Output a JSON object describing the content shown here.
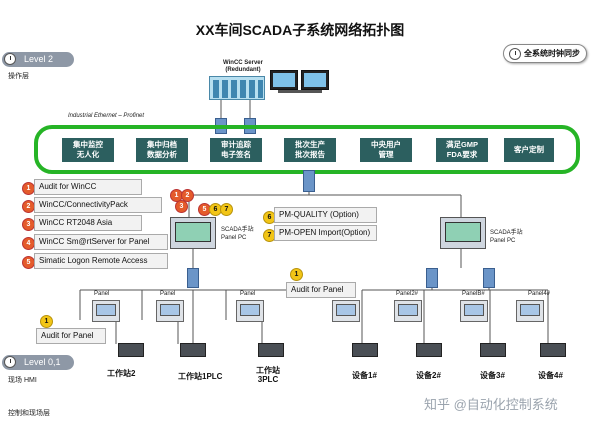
{
  "title": "XX车间SCADA子系统网络拓扑图",
  "level2": {
    "label": "Level 2",
    "sub": "操作层"
  },
  "level01": {
    "label": "Level 0,1",
    "sub1": "现场 HMI",
    "sub2": "控制和现场层"
  },
  "sync_badge": "全系统时钟同步",
  "server": {
    "label_line1": "WinCC Server",
    "label_line2": "(Redundant)"
  },
  "network_label": "Industrial Ethernet – Profinet",
  "ring_boxes": [
    {
      "l1": "集中监控",
      "l2": "无人化"
    },
    {
      "l1": "集中归档",
      "l2": "数据分析"
    },
    {
      "l1": "审计追踪",
      "l2": "电子签名"
    },
    {
      "l1": "批次生产",
      "l2": "批次报告"
    },
    {
      "l1": "中央用户",
      "l2": "管理"
    },
    {
      "l1": "满足GMP",
      "l2": "FDA要求"
    },
    {
      "l1": "客户定制",
      "l2": ""
    }
  ],
  "options_left": [
    {
      "num": "1",
      "label": "Audit for WinCC"
    },
    {
      "num": "2",
      "label": "WinCC/ConnectivityPack"
    },
    {
      "num": "3",
      "label": "WinCC RT2048 Asia"
    },
    {
      "num": "4",
      "label": "WinCC Sm@rtServer for Panel"
    },
    {
      "num": "5",
      "label": "Simatic Logon Remote Access"
    }
  ],
  "badges_top": [
    "1",
    "2",
    "3",
    "5",
    "6",
    "7"
  ],
  "options_right": [
    {
      "num": "6",
      "label": "PM-QUALITY  (Option)"
    },
    {
      "num": "7",
      "label": "PM-OPEN  Import(Option)"
    }
  ],
  "scada_left": {
    "l1": "SCADA手站",
    "l2": "Panel PC"
  },
  "scada_right": {
    "l1": "SCADA手站",
    "l2": "Panel PC"
  },
  "audit_panel_left": {
    "num": "1",
    "label": "Audit for Panel"
  },
  "audit_panel_right": {
    "num": "1",
    "label": "Audit for Panel"
  },
  "panels_left": [
    "Panel",
    "Panel",
    "Panel"
  ],
  "panels_right": [
    "Panel2#",
    "PanelB#",
    "Panel4#"
  ],
  "stations_left": [
    {
      "l1": "工作站2",
      "l2": ""
    },
    {
      "l1": "工作站1PLC",
      "l2": ""
    },
    {
      "l1": "工作站",
      "l2": "3PLC"
    }
  ],
  "stations_right": [
    "设备1#",
    "设备2#",
    "设备3#",
    "设备4#"
  ],
  "watermark": "知乎 @自动化控制系统",
  "colors": {
    "ring": "#26b426",
    "box": "#2c5f5f",
    "level": "#8e98a6",
    "badge_red": "#e45b2b",
    "badge_yellow": "#f2c516"
  }
}
